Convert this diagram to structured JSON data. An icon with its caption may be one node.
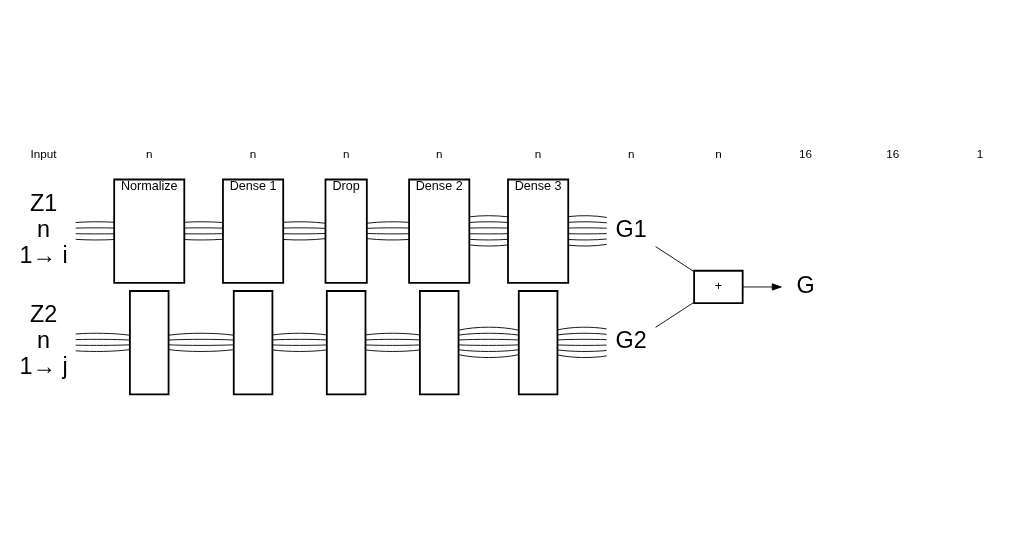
{
  "diagram": {
    "nodes": [
      {
        "text": [
          "Z1"
        ],
        "beside": [
          "n",
          "1→ i"
        ]
      },
      {
        "text": [
          "Normalize"
        ]
      },
      {
        "text": [
          "Dense 1"
        ]
      },
      {
        "text": [
          "Drop"
        ]
      },
      {
        "text": [
          "Dense 2"
        ]
      },
      {
        "text": [
          "Dense 3"
        ]
      },
      {
        "text": [
          "G1"
        ]
      },
      {
        "text": [
          "Z2"
        ],
        "beside": [
          "n",
          "1→ j"
        ]
      },
      {
        "text": [],
        "shape": "box"
      },
      {
        "text": [],
        "shape": "box"
      },
      {
        "text": [],
        "shape": "box"
      },
      {
        "text": [],
        "shape": "box"
      },
      {
        "text": [],
        "shape": "box"
      },
      {
        "text": [
          "G2"
        ]
      },
      {
        "text": [
          "+"
        ]
      },
      {
        "text": [
          "G"
        ]
      }
    ],
    "edges": [
      {
        "from": 0,
        "to": 1,
        "arrow": "none"
      },
      {
        "from": 0,
        "to": 1,
        "arrow": "none"
      },
      {
        "from": 0,
        "to": 1,
        "arrow": "none"
      },
      {
        "from": 0,
        "to": 1,
        "arrow": "none"
      },
      {
        "from": 1,
        "to": 2,
        "arrow": "none"
      },
      {
        "from": 1,
        "to": 2,
        "arrow": "none"
      },
      {
        "from": 1,
        "to": 2,
        "arrow": "none"
      },
      {
        "from": 1,
        "to": 2,
        "arrow": "none"
      },
      {
        "from": 2,
        "to": 3,
        "arrow": "none"
      },
      {
        "from": 2,
        "to": 3,
        "arrow": "none"
      },
      {
        "from": 2,
        "to": 3,
        "arrow": "none"
      },
      {
        "from": 2,
        "to": 3,
        "arrow": "none"
      },
      {
        "from": 3,
        "to": 4,
        "arrow": "none"
      },
      {
        "from": 3,
        "to": 4,
        "arrow": "none"
      },
      {
        "from": 3,
        "to": 4,
        "arrow": "none"
      },
      {
        "from": 3,
        "to": 4,
        "arrow": "none"
      },
      {
        "from": 4,
        "to": 5,
        "arrow": "none"
      },
      {
        "from": 4,
        "to": 5,
        "arrow": "none"
      },
      {
        "from": 4,
        "to": 5,
        "arrow": "none"
      },
      {
        "from": 4,
        "to": 5,
        "arrow": "none"
      },
      {
        "from": 4,
        "to": 5,
        "arrow": "none"
      },
      {
        "from": 4,
        "to": 5,
        "arrow": "none"
      },
      {
        "from": 5,
        "to": 6,
        "arrow": "none"
      },
      {
        "from": 5,
        "to": 6,
        "arrow": "none"
      },
      {
        "from": 5,
        "to": 6,
        "arrow": "none"
      },
      {
        "from": 5,
        "to": 6,
        "arrow": "none"
      },
      {
        "from": 5,
        "to": 6,
        "arrow": "none"
      },
      {
        "from": 5,
        "to": 6,
        "arrow": "none"
      },
      {
        "from": 7,
        "to": 8,
        "arrow": "none"
      },
      {
        "from": 7,
        "to": 8,
        "arrow": "none"
      },
      {
        "from": 7,
        "to": 8,
        "arrow": "none"
      },
      {
        "from": 7,
        "to": 8,
        "arrow": "none"
      },
      {
        "from": 8,
        "to": 9,
        "arrow": "none"
      },
      {
        "from": 8,
        "to": 9,
        "arrow": "none"
      },
      {
        "from": 8,
        "to": 9,
        "arrow": "none"
      },
      {
        "from": 8,
        "to": 9,
        "arrow": "none"
      },
      {
        "from": 9,
        "to": 10,
        "arrow": "none"
      },
      {
        "from": 9,
        "to": 10,
        "arrow": "none"
      },
      {
        "from": 9,
        "to": 10,
        "arrow": "none"
      },
      {
        "from": 9,
        "to": 10,
        "arrow": "none"
      },
      {
        "from": 10,
        "to": 11,
        "arrow": "none"
      },
      {
        "from": 10,
        "to": 11,
        "arrow": "none"
      },
      {
        "from": 10,
        "to": 11,
        "arrow": "none"
      },
      {
        "from": 10,
        "to": 11,
        "arrow": "none"
      },
      {
        "from": 11,
        "to": 12,
        "arrow": "none"
      },
      {
        "from": 11,
        "to": 12,
        "arrow": "none"
      },
      {
        "from": 11,
        "to": 12,
        "arrow": "none"
      },
      {
        "from": 11,
        "to": 12,
        "arrow": "none"
      },
      {
        "from": 11,
        "to": 12,
        "arrow": "none"
      },
      {
        "from": 11,
        "to": 12,
        "arrow": "none"
      },
      {
        "from": 12,
        "to": 13,
        "arrow": "none"
      },
      {
        "from": 12,
        "to": 13,
        "arrow": "none"
      },
      {
        "from": 12,
        "to": 13,
        "arrow": "none"
      },
      {
        "from": 12,
        "to": 13,
        "arrow": "none"
      },
      {
        "from": 12,
        "to": 13,
        "arrow": "none"
      },
      {
        "from": 12,
        "to": 13,
        "arrow": "none"
      },
      {
        "from": 6,
        "to": 14,
        "arrow": "none"
      },
      {
        "from": 13,
        "to": 14,
        "arrow": "none"
      },
      {
        "from": 14,
        "to": 15,
        "arrow": "to"
      }
    ],
    "labels": [
      "Input",
      "n",
      "n",
      "n",
      "n",
      "n",
      "n",
      "n",
      "16",
      "16",
      "1"
    ]
  }
}
